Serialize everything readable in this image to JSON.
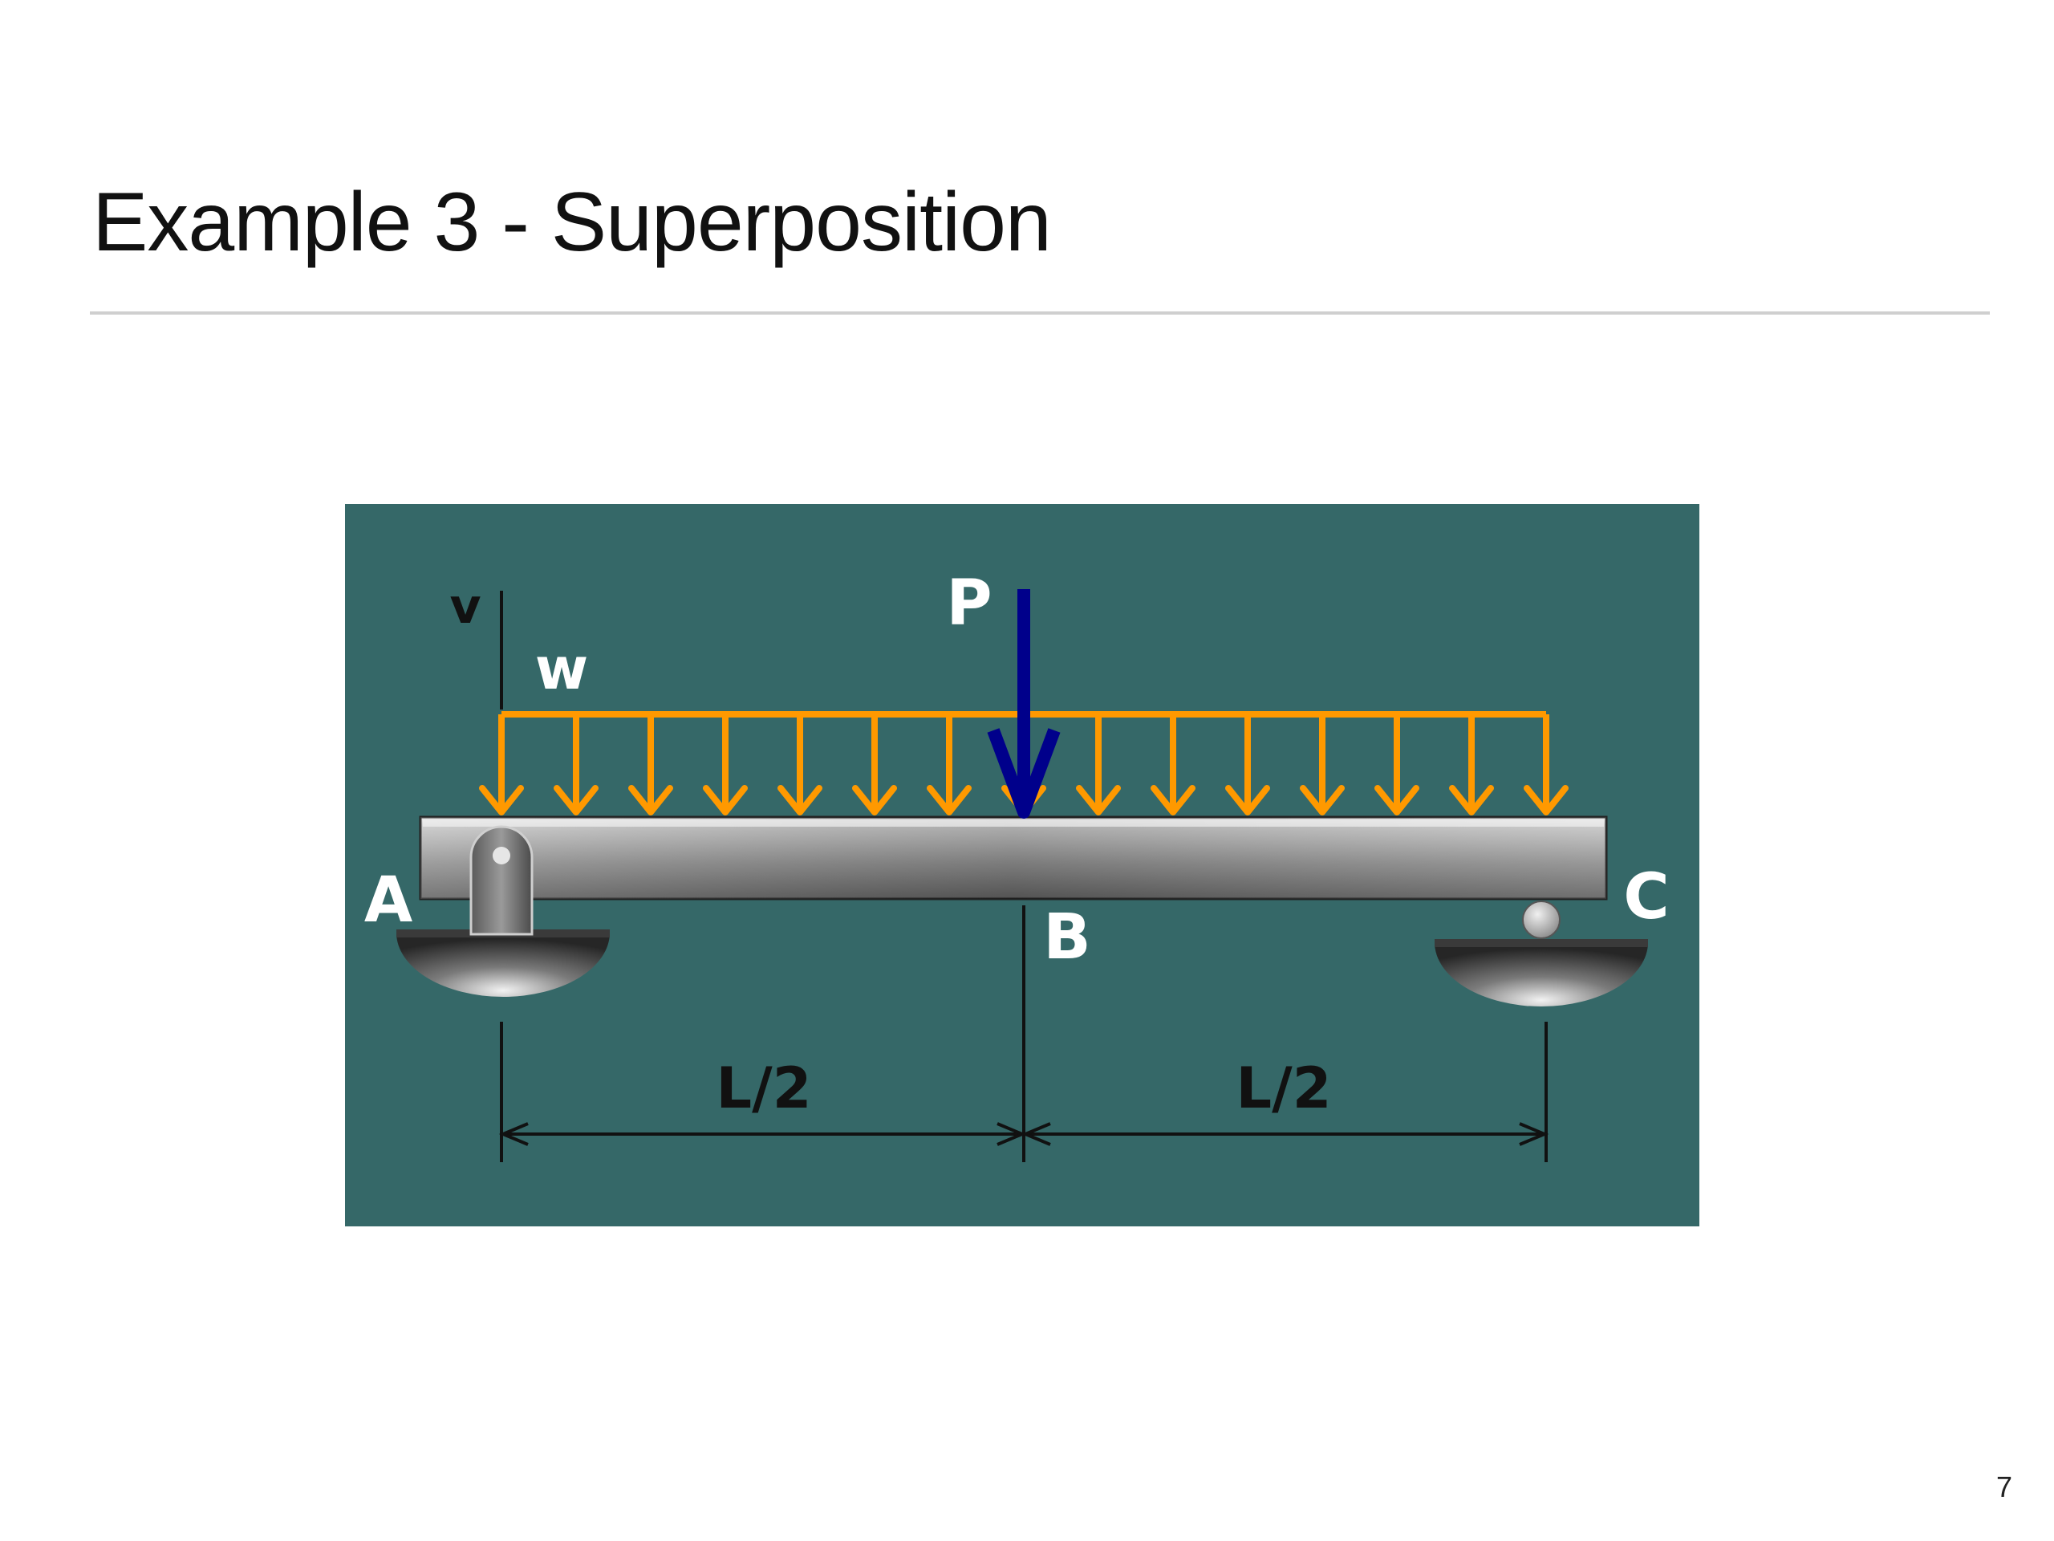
{
  "slide": {
    "title": "Example 3 - Superposition",
    "page_number": "7"
  },
  "diagram": {
    "labels": {
      "v": "v",
      "w": "w",
      "P": "P",
      "A": "A",
      "B": "B",
      "C": "C",
      "left_span": "L/2",
      "right_span": "L/2"
    },
    "colors": {
      "background": "#356868",
      "distributed_load": "#ff9900",
      "point_load": "#00008b",
      "beam": "#8a8a8a",
      "labels": "#ffffff",
      "dimension": "#111111"
    },
    "distributed_load_arrow_count": 15
  }
}
